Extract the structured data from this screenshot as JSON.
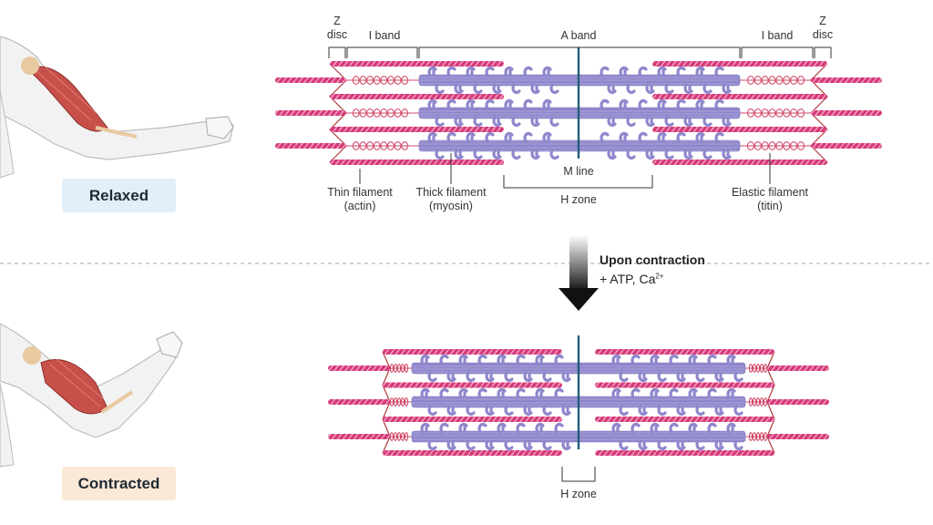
{
  "states": {
    "relaxed_label": "Relaxed",
    "contracted_label": "Contracted"
  },
  "bands": {
    "z_disc_line1": "Z",
    "z_disc_line2": "disc",
    "i_band": "I band",
    "a_band": "A band"
  },
  "structures": {
    "m_line": "M line",
    "h_zone": "H zone",
    "thin_filament_line1": "Thin filament",
    "thin_filament_line2": "(actin)",
    "thick_filament_line1": "Thick filament",
    "thick_filament_line2": "(myosin)",
    "elastic_filament_line1": "Elastic filament",
    "elastic_filament_line2": "(titin)"
  },
  "transition": {
    "title": "Upon contraction",
    "subtitle_prefix": "+ ATP, Ca",
    "subtitle_superscript": "2+"
  },
  "colors": {
    "actin": "#d63b7a",
    "myosin": "#8f87cc",
    "m_line": "#1f5e7a",
    "z_disc": "#b03a3a",
    "titin": "#d24a6a",
    "muscle": "#c8504a",
    "relaxed_tag": "#e1effa",
    "contracted_tag": "#fbe9d8"
  }
}
